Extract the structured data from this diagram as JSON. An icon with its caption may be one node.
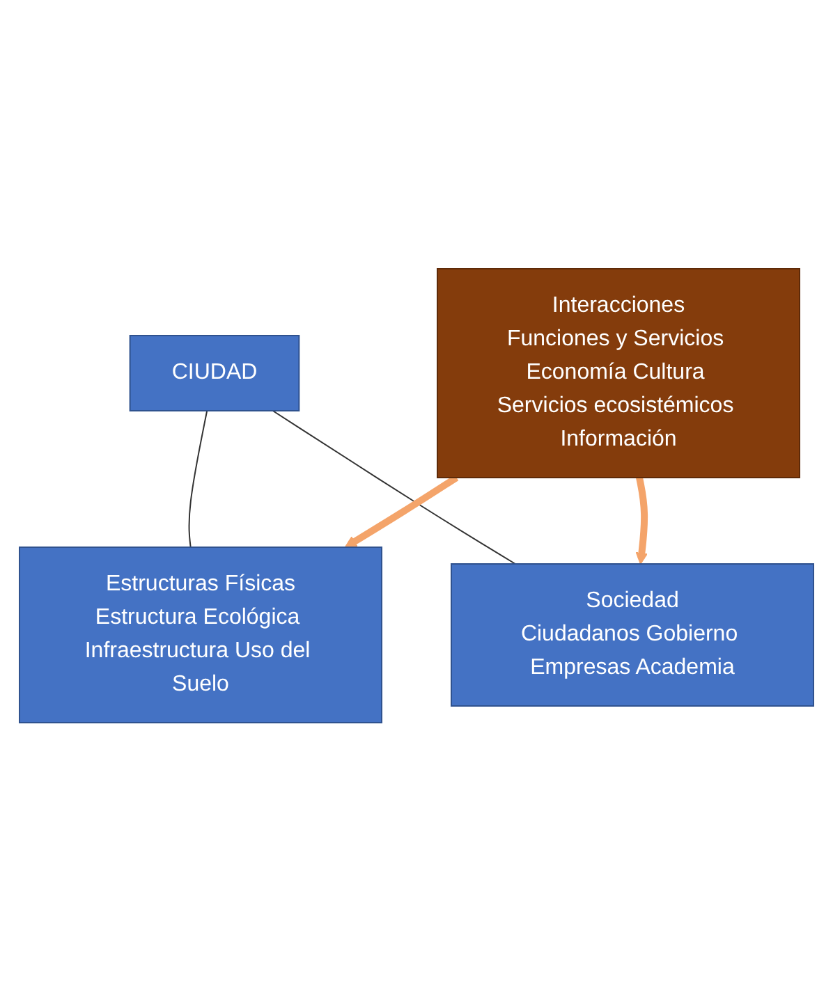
{
  "diagram": {
    "nodes": [
      {
        "text": [
          "CIUDAD"
        ]
      },
      {
        "text": [
          "Estructuras Físicas",
          "Estructura Ecológica Infraestructura Uso del Suelo"
        ]
      },
      {
        "text": [
          "Sociedad",
          "Ciudadanos Gobierno Empresas Academia"
        ]
      },
      {
        "text": [
          "Interacciones",
          "Funciones y Servicios Economía Cultura Servicios ecosistémicos Información"
        ]
      }
    ],
    "edges": [
      {
        "from": 0,
        "to": 1,
        "arrow": "none"
      },
      {
        "from": 0,
        "to": 2,
        "arrow": "none"
      },
      {
        "from": 3,
        "to": 1,
        "arrow": "to",
        "style": "thick",
        "color": "#f4a46a"
      },
      {
        "from": 3,
        "to": 2,
        "arrow": "to",
        "style": "thick",
        "color": "#f4a46a"
      }
    ]
  }
}
